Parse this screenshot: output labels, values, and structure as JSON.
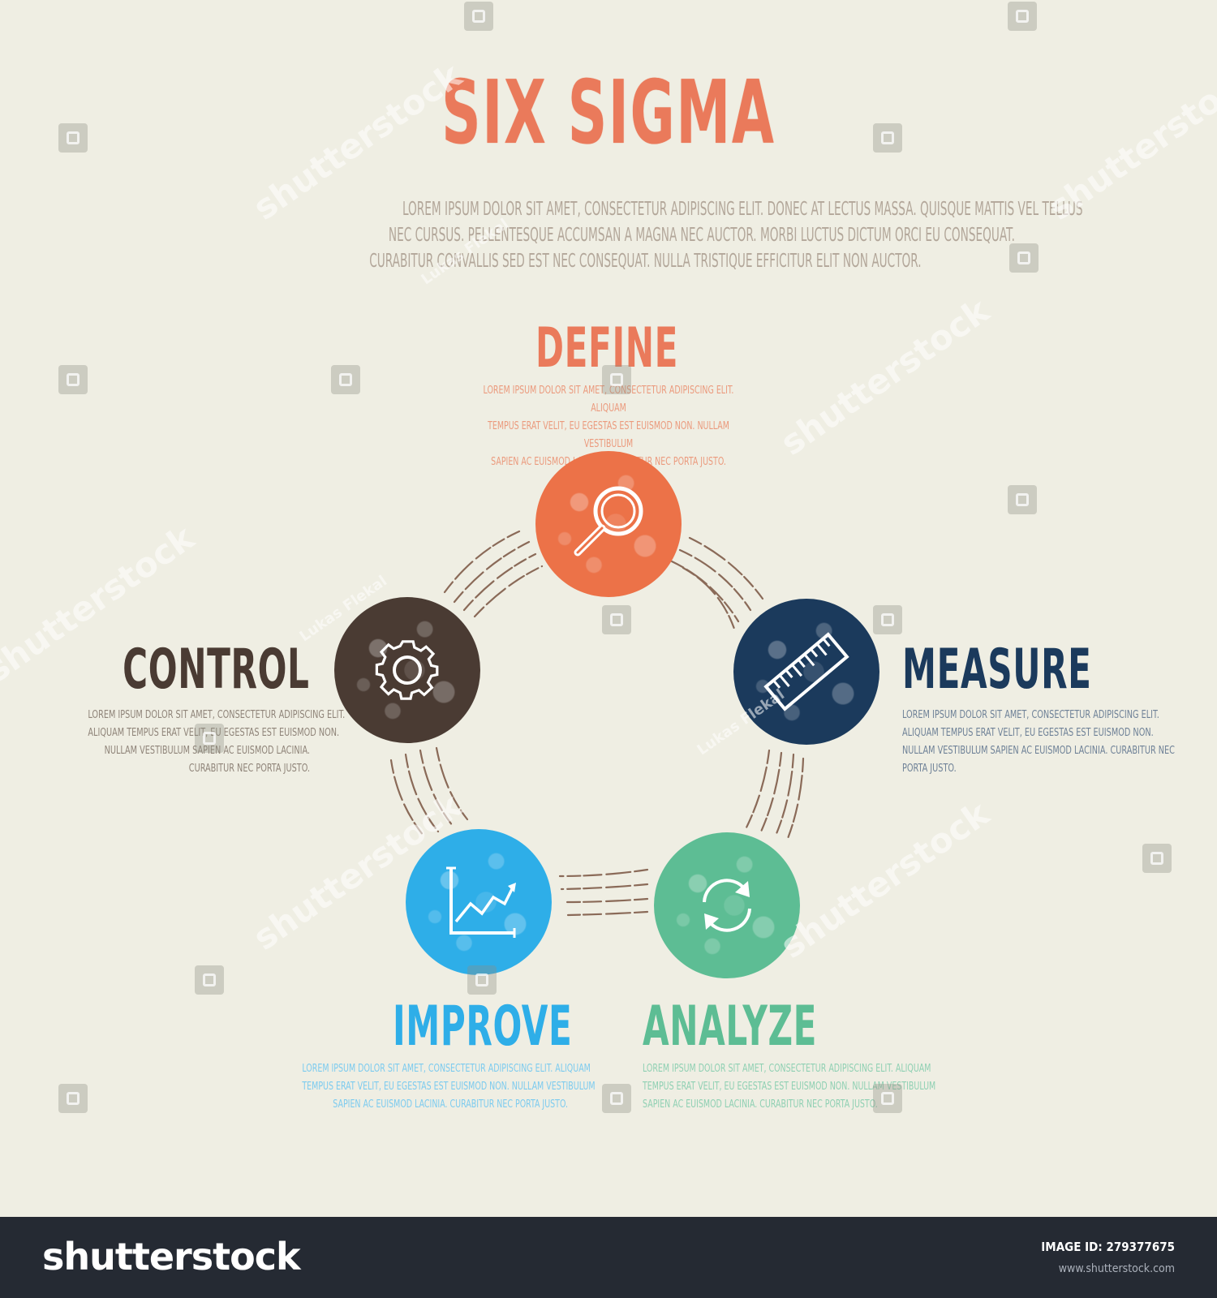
{
  "header": {
    "title": "SIX SIGMA",
    "intro_lines": [
      "LOREM IPSUM DOLOR SIT AMET, CONSECTETUR ADIPISCING ELIT. DONEC AT LECTUS MASSA. QUISQUE MATTIS VEL TELLUS",
      "NEC CURSUS. PELLENTESQUE ACCUMSAN A MAGNA NEC AUCTOR. MORBI LUCTUS DICTUM ORCI EU CONSEQUAT.",
      "CURABITUR CONVALLIS SED EST NEC CONSEQUAT. NULLA TRISTIQUE EFFICITUR ELIT NON AUCTOR."
    ]
  },
  "steps": {
    "define": {
      "title": "DEFINE",
      "icon": "magnifier-icon",
      "color": "#ec7248",
      "desc_lines": [
        "LOREM IPSUM DOLOR SIT AMET, CONSECTETUR ADIPISCING ELIT. ALIQUAM",
        "TEMPUS ERAT VELIT, EU EGESTAS EST EUISMOD NON. NULLAM VESTIBULUM",
        "SAPIEN AC EUISMOD LACINIA. CURABITUR NEC PORTA JUSTO."
      ]
    },
    "measure": {
      "title": "MEASURE",
      "icon": "ruler-icon",
      "color": "#1b3a5c",
      "desc_lines": [
        "LOREM IPSUM DOLOR SIT AMET, CONSECTETUR ADIPISCING ELIT.",
        "ALIQUAM TEMPUS ERAT VELIT, EU EGESTAS EST EUISMOD NON.",
        "NULLAM VESTIBULUM SAPIEN AC EUISMOD LACINIA. CURABITUR NEC",
        "PORTA JUSTO."
      ]
    },
    "analyze": {
      "title": "ANALYZE",
      "icon": "refresh-icon",
      "color": "#5dbd94",
      "desc_lines": [
        "LOREM IPSUM DOLOR SIT AMET, CONSECTETUR ADIPISCING ELIT. ALIQUAM",
        "TEMPUS ERAT VELIT, EU EGESTAS EST EUISMOD NON. NULLAM VESTIBULUM",
        "SAPIEN AC EUISMOD LACINIA. CURABITUR NEC PORTA JUSTO."
      ]
    },
    "improve": {
      "title": "IMPROVE",
      "icon": "growth-chart-icon",
      "color": "#2eaee8",
      "desc_lines": [
        "LOREM IPSUM DOLOR SIT AMET, CONSECTETUR ADIPISCING ELIT. ALIQUAM",
        "TEMPUS ERAT VELIT, EU EGESTAS EST EUISMOD NON. NULLAM VESTIBULUM",
        "SAPIEN AC EUISMOD LACINIA. CURABITUR NEC PORTA JUSTO."
      ]
    },
    "control": {
      "title": "CONTROL",
      "icon": "gear-icon",
      "color": "#4a3b33",
      "desc_lines": [
        "LOREM IPSUM DOLOR SIT AMET, CONSECTETUR ADIPISCING ELIT.",
        "ALIQUAM TEMPUS ERAT VELIT, EU EGESTAS EST EUISMOD NON.",
        "NULLAM VESTIBULUM SAPIEN AC EUISMOD LACINIA.",
        "CURABITUR NEC PORTA JUSTO."
      ]
    }
  },
  "connector_color": "#8a6a58",
  "watermark": {
    "text": "shutterstock",
    "author": "Lukas Flekal"
  },
  "footer": {
    "logo": "shutterstock",
    "image_id": "IMAGE ID: 279377675",
    "url": "www.shutterstock.com"
  }
}
